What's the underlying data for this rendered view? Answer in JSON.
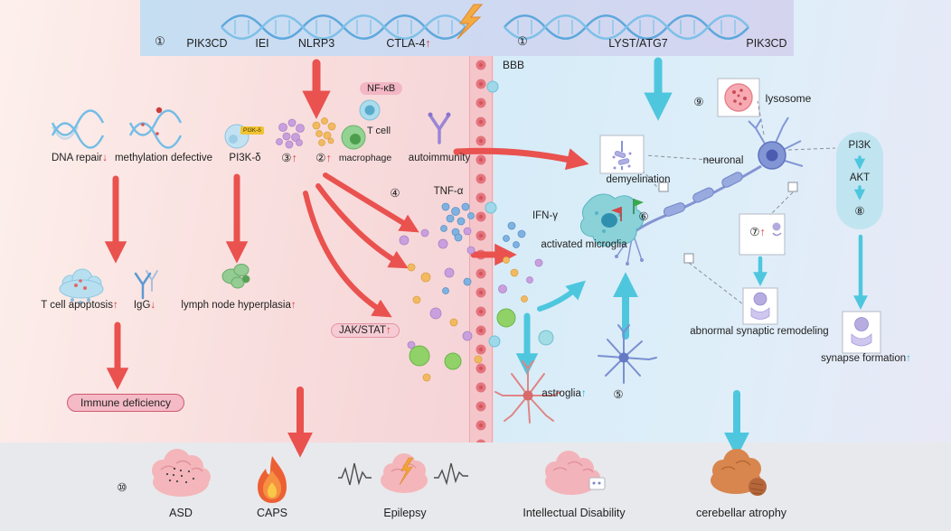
{
  "banner": {
    "num1_left": "①",
    "pik3cd_left": "PIK3CD",
    "iei": "IEI",
    "nlrp3": "NLRP3",
    "ctla4": {
      "text": "CTLA-4",
      "arrow": "↑"
    },
    "num1_right": "①",
    "lyst_atg7": "LYST/ATG7",
    "pik3cd_right": "PIK3CD"
  },
  "bbb": {
    "label": "BBB"
  },
  "left": {
    "dna_repair": {
      "text": "DNA repair",
      "arrow": "↓"
    },
    "methylation": "methylation defective",
    "pi3kd": "PI3K-δ",
    "pi3kd_badge": "PI3K-δ",
    "num3": {
      "text": "③",
      "arrow": "↑"
    },
    "num2": {
      "text": "②",
      "arrow": "↑"
    },
    "nfkb": "NF-κB",
    "t_cell": "T cell",
    "macrophage": "macrophage",
    "autoimmunity": "autoimmunity",
    "num4": "④",
    "tnf": "TNF-α",
    "apoptosis": {
      "text": "T cell apoptosis",
      "arrow": "↑"
    },
    "igg": {
      "text": "IgG",
      "arrow": "↓"
    },
    "lymph": {
      "text": "lymph node hyperplasia",
      "arrow": "↑"
    },
    "jakstat": {
      "text": "JAK/STAT",
      "arrow": "↑"
    },
    "immune_deficiency": "Immune deficiency"
  },
  "right": {
    "ifng": "IFN-γ",
    "microglia": "activated microglia",
    "demyelination": "demyelination",
    "num6": "⑥",
    "neuronal": "neuronal",
    "num9": "⑨",
    "lysosome": "lysosome",
    "pi3k": "PI3K",
    "akt": "AKT",
    "num8": "⑧",
    "num7": {
      "text": "⑦",
      "arrow": "↑"
    },
    "abnormal": "abnormal synaptic remodeling",
    "synapse_formation": {
      "text": "synapse formation",
      "arrow": "↑"
    },
    "astroglia": {
      "text": "astroglia",
      "arrow": "↑"
    },
    "num5": "⑤"
  },
  "bottom": {
    "num10": "⑩",
    "asd": "ASD",
    "caps": "CAPS",
    "epilepsy": "Epilepsy",
    "intellectual": "Intellectual Disability",
    "cerebellar": "cerebellar atrophy"
  },
  "colors": {
    "red_arrow": "#e9524f",
    "cyan_arrow": "#4ec7de",
    "pink_bg": "#f8dcdc",
    "blue_bg": "#dfeef9",
    "banner_blue": "#c6def2",
    "badge_pink": "#f2b6c4",
    "pill_blue": "#c0e5f1",
    "dna_blue": "#5fa8dc",
    "bottom_gray": "#e8e9ec",
    "bbb_cell": "#e4757e"
  }
}
